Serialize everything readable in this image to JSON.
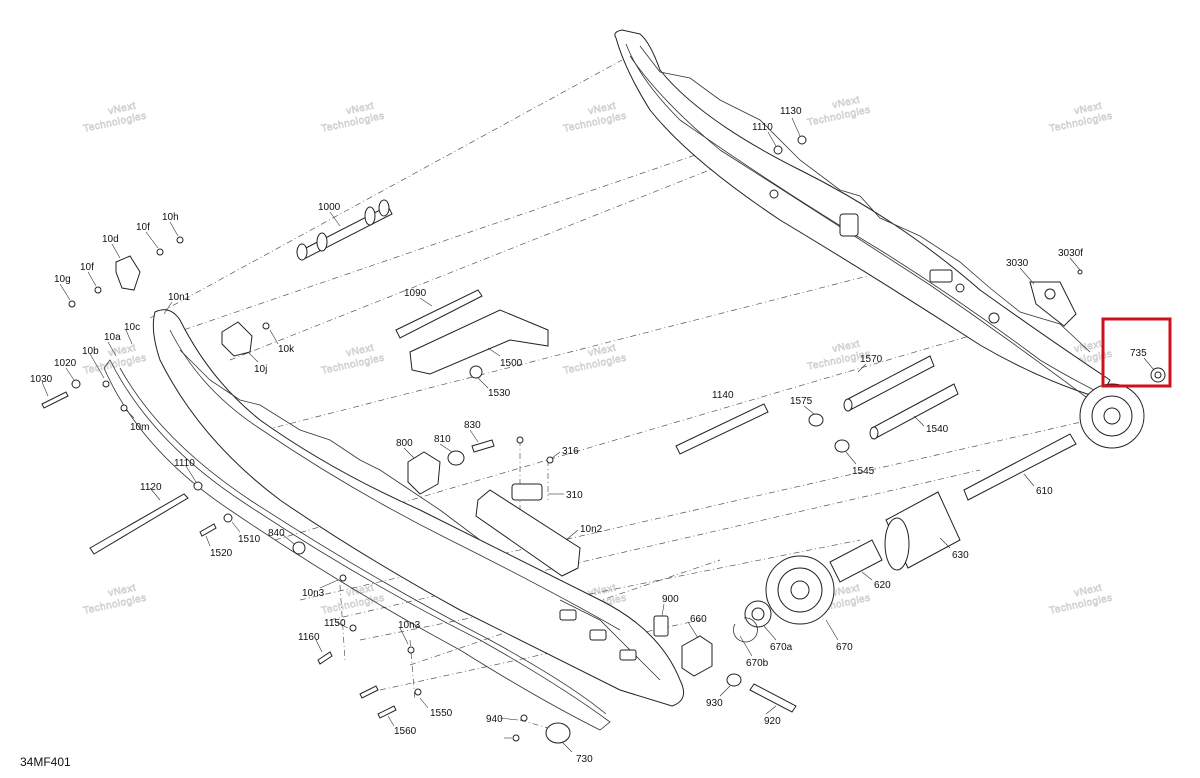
{
  "diagram": {
    "code": "34MF401",
    "watermark": [
      "vNext",
      "Technologies"
    ],
    "highlight_color": "#d0101a",
    "callouts": [
      {
        "id": "c1000",
        "label": "1000"
      },
      {
        "id": "c1090",
        "label": "1090"
      },
      {
        "id": "c1500",
        "label": "1500"
      },
      {
        "id": "c1530",
        "label": "1530"
      },
      {
        "id": "c1110a",
        "label": "1110"
      },
      {
        "id": "c1130",
        "label": "1130"
      },
      {
        "id": "c3030",
        "label": "3030"
      },
      {
        "id": "c3030f",
        "label": "3030f"
      },
      {
        "id": "c735",
        "label": "735"
      },
      {
        "id": "c1570",
        "label": "1570"
      },
      {
        "id": "c1575",
        "label": "1575"
      },
      {
        "id": "c1540",
        "label": "1540"
      },
      {
        "id": "c1545",
        "label": "1545"
      },
      {
        "id": "c1140",
        "label": "1140"
      },
      {
        "id": "c610",
        "label": "610"
      },
      {
        "id": "c630",
        "label": "630"
      },
      {
        "id": "c620",
        "label": "620"
      },
      {
        "id": "c670",
        "label": "670"
      },
      {
        "id": "c670a",
        "label": "670a"
      },
      {
        "id": "c670b",
        "label": "670b"
      },
      {
        "id": "c660",
        "label": "660"
      },
      {
        "id": "c900",
        "label": "900"
      },
      {
        "id": "c930",
        "label": "930"
      },
      {
        "id": "c920",
        "label": "920"
      },
      {
        "id": "c730",
        "label": "730"
      },
      {
        "id": "c940",
        "label": "940"
      },
      {
        "id": "c10n2",
        "label": "10n2"
      },
      {
        "id": "c310",
        "label": "310"
      },
      {
        "id": "c316",
        "label": "316"
      },
      {
        "id": "c800",
        "label": "800"
      },
      {
        "id": "c810",
        "label": "810"
      },
      {
        "id": "c830",
        "label": "830"
      },
      {
        "id": "c840",
        "label": "840"
      },
      {
        "id": "c1510",
        "label": "1510"
      },
      {
        "id": "c1520",
        "label": "1520"
      },
      {
        "id": "c1120",
        "label": "1120"
      },
      {
        "id": "c1110b",
        "label": "1110"
      },
      {
        "id": "c10n3a",
        "label": "10n3"
      },
      {
        "id": "c10n3b",
        "label": "10n3"
      },
      {
        "id": "c1150",
        "label": "1150"
      },
      {
        "id": "c1160",
        "label": "1160"
      },
      {
        "id": "c1550",
        "label": "1550"
      },
      {
        "id": "c1560",
        "label": "1560"
      },
      {
        "id": "c10d",
        "label": "10d"
      },
      {
        "id": "c10f1",
        "label": "10f"
      },
      {
        "id": "c10h",
        "label": "10h"
      },
      {
        "id": "c10f2",
        "label": "10f"
      },
      {
        "id": "c10g",
        "label": "10g"
      },
      {
        "id": "c10n1",
        "label": "10n1"
      },
      {
        "id": "c10c",
        "label": "10c"
      },
      {
        "id": "c10a",
        "label": "10a"
      },
      {
        "id": "c10b",
        "label": "10b"
      },
      {
        "id": "c1020",
        "label": "1020"
      },
      {
        "id": "c1030",
        "label": "1030"
      },
      {
        "id": "c10m",
        "label": "10m"
      },
      {
        "id": "c10j",
        "label": "10j"
      },
      {
        "id": "c10k",
        "label": "10k"
      }
    ]
  }
}
